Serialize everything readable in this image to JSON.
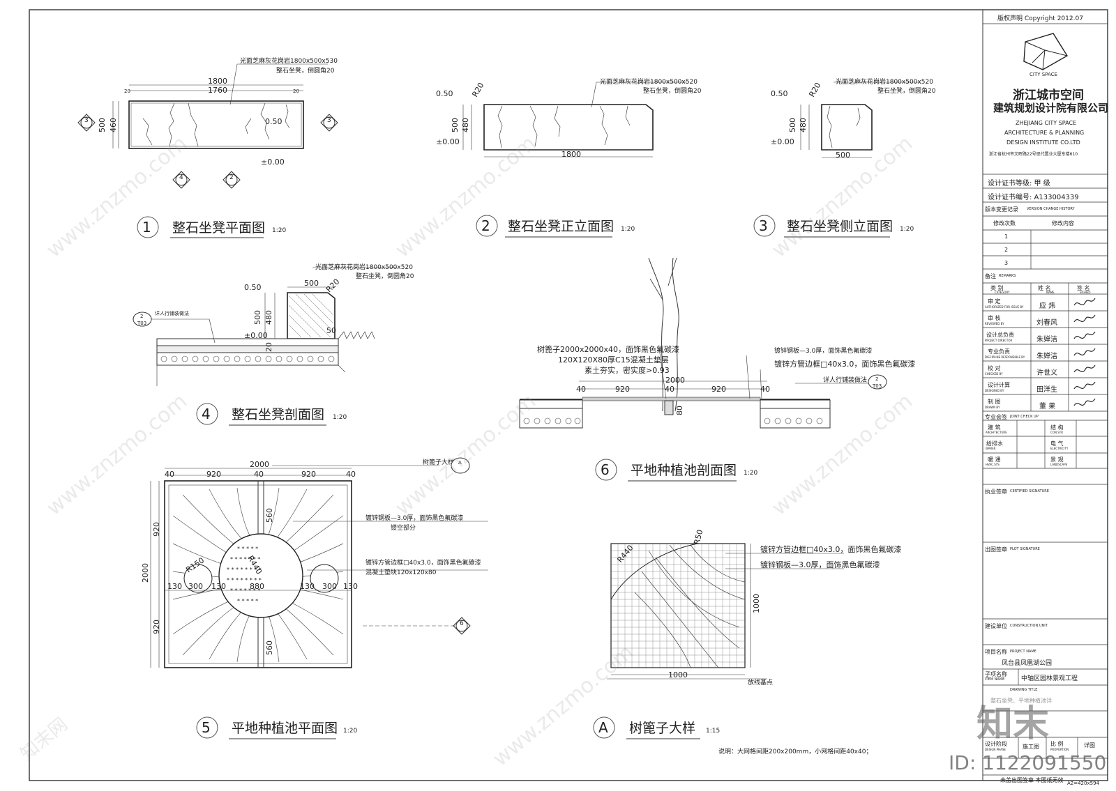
{
  "titleblock": {
    "copyright": "版权声明    Copyright 2012.07",
    "logo_text": "CITY SPACE",
    "company_cn_1": "浙江城市空间",
    "company_cn_2": "建筑规划设计院有限公司",
    "company_en_1": "ZHEJIANG CITY SPACE",
    "company_en_2": "ARCHITECTURE & PLANNING",
    "company_en_3": "DESIGN INSTITUTE CO.LTD",
    "address": "浙江省杭州市文晖路22号现代置业大厦东楼610",
    "cert_level": "设计证书等级:  甲  级",
    "cert_no": "设计证书编号: A133004339",
    "version_label": "版本变更记录",
    "version_label_en": "VERSION CHANGE HISTORY",
    "rev_col1": "修改次数",
    "rev_col2": "修改内容",
    "rev_rows": [
      "1",
      "2",
      "3"
    ],
    "remarks": "备注",
    "remarks_en": "REMARKS",
    "sign_header": [
      "类    别",
      "姓  名",
      "签  名"
    ],
    "sign_header_en": [
      "CATEGORY",
      "NAME",
      "SIGNED"
    ],
    "roles": [
      {
        "cn": "审    定",
        "en": "AUTHORIZED FOR ISSUE BY",
        "name": "应 炜"
      },
      {
        "cn": "审    核",
        "en": "REVIEWED BY",
        "name": "刘春风"
      },
      {
        "cn": "设计总负责",
        "en": "PROJECT DIRECTOR",
        "name": "朱婵洁"
      },
      {
        "cn": "专业负责",
        "en": "DISCIPLINE RESPONSIBLE BY",
        "name": "朱婵洁"
      },
      {
        "cn": "校    对",
        "en": "CHECKED BY",
        "name": "许世义"
      },
      {
        "cn": "设计计算",
        "en": "DESIGNED BY",
        "name": "田洋生"
      },
      {
        "cn": "制    图",
        "en": "DRAWN BY",
        "name": "董 果"
      }
    ],
    "joint_label": "专业会签",
    "joint_label_en": "JOINT CHECK UP",
    "joint": [
      {
        "a": "建    筑",
        "a_en": "ARCHITECTURE",
        "b": "结    构",
        "b_en": "CON.STR"
      },
      {
        "a": "给排水",
        "a_en": "WARER",
        "b": "电    气",
        "b_en": "ELECTRICITY"
      },
      {
        "a": "暖    通",
        "a_en": "HVAC.SYS",
        "b": "景    观",
        "b_en": "LANDSCAPE"
      }
    ],
    "certified": "执业签章",
    "certified_en": "CERTIFIED SIGNATURE",
    "plot": "出图签章",
    "plot_en": "PLOT SIGNATURE",
    "construction": "建设单位",
    "construction_en": "CONSTRUCTION UNIT",
    "project": "项目名称",
    "project_en": "PROJECT NAME",
    "project_name": "凤台县凤凰湖公园",
    "subitem": "子项名称",
    "subitem_en": "ITEM NAME",
    "subitem_name": "中轴区园林景观工程",
    "drawing_title_en": "DRAWING TITLE",
    "drawing_title": "整石坐凳、平地种植池详",
    "phase": "设计阶段",
    "phase_en": "DESIGN PHASE",
    "phase_val": "施工图",
    "scale": "比  例",
    "scale_en": "PROPORTION",
    "detail": "详图",
    "note_bottom": "未盖出图签章 本图纸无效",
    "paper": "A2=420x594"
  },
  "drawings": {
    "d1_title": "整石坐凳平面图",
    "d1_scale": "1:20",
    "d1_no": "1",
    "d2_title": "整石坐凳正立面图",
    "d2_scale": "1:20",
    "d2_no": "2",
    "d3_title": "整石坐凳侧立面图",
    "d3_scale": "1:20",
    "d3_no": "3",
    "d4_title": "整石坐凳剖面图",
    "d4_scale": "1:20",
    "d4_no": "4",
    "d5_title": "平地种植池平面图",
    "d5_scale": "1:20",
    "d5_no": "5",
    "d6_title": "平地种植池剖面图",
    "d6_scale": "1:20",
    "d6_no": "6",
    "dA_title": "树篦子大样",
    "dA_scale": "1:15",
    "dA_no": "A"
  },
  "labels": {
    "stone_530": "光面芝麻灰花岗岩1800x500x530",
    "stone_520": "光面芝麻灰花岗岩1800x500x520",
    "chamfer": "整石坐凳，倒圆角20",
    "paving_detail": "详人行铺装做法",
    "paving_ref": "T03",
    "grate": "树篦子2000x2000x40，面饰黑色氟碳漆",
    "pad": "120X120X80厚C15混凝土垫层",
    "soil": "素土夯实，密实度>0.93",
    "steel_plate": "镀锌钢板—3.0厚，面饰黑色氟碳漆",
    "hollow": "镂空部分",
    "tube_frame": "镀锌方管边框□40x3.0，面饰黑色氟碳漆",
    "concrete_pad": "混凝土垫块120x120x80",
    "tree_grate_detail": "树篦子大样",
    "setout": "放线基点",
    "note": "说明：大网格间距200x200mm，小网格间距40x40；"
  },
  "dims": {
    "d1800": "1800",
    "d1760": "1760",
    "d20": "20",
    "d500": "500",
    "d460": "460",
    "d480": "480",
    "d050": "0.50",
    "d000": "±0.00",
    "dR20": "R20",
    "d2000": "2000",
    "d40": "40",
    "d920": "920",
    "d880": "880",
    "d560": "560",
    "d130": "130",
    "d300": "300",
    "dR150": "R150",
    "dR440": "R440",
    "d1000": "1000",
    "dR50": "R50",
    "d50": "50",
    "d80": "80",
    "s3": "3",
    "s4": "4",
    "s2": "2",
    "s6": "6",
    "sA": "A"
  },
  "watermark": {
    "site": "www.znzmo.com",
    "brand": "知末网",
    "logo": "知末",
    "id": "ID: 1122091550"
  }
}
